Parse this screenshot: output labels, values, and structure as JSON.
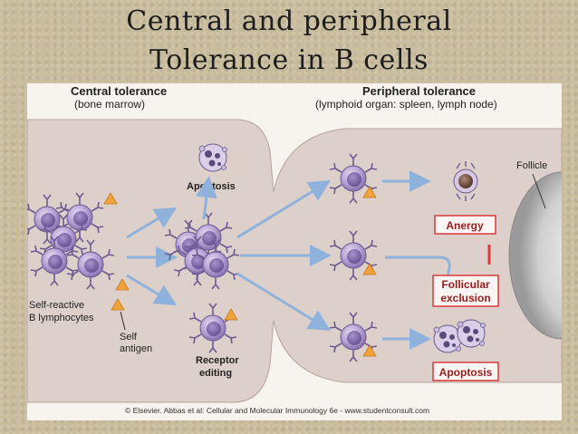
{
  "slide": {
    "title_line1": "Central and peripheral",
    "title_line2": "Tolerance in B cells"
  },
  "figure": {
    "central": {
      "heading": "Central tolerance",
      "subheading": "(bone marrow)"
    },
    "peripheral": {
      "heading": "Peripheral tolerance",
      "subheading": "(lymphoid organ: spleen, lymph node)"
    },
    "labels": {
      "apoptosis_top": "Apoptosis",
      "receptor_editing_1": "Receptor",
      "receptor_editing_2": "editing",
      "self_reactive_1": "Self-reactive",
      "self_reactive_2": "B lymphocytes",
      "self_antigen_1": "Self",
      "self_antigen_2": "antigen",
      "follicle": "Follicle",
      "anergy": "Anergy",
      "follicular_exclusion_1": "Follicular",
      "follicular_exclusion_2": "exclusion",
      "apoptosis_bottom": "Apoptosis"
    },
    "credit": "© Elsevier. Abbas et al: Cellular and Molecular Immunology 6e - www.studentconsult.com",
    "colors": {
      "cell_fill": "#b9a6d6",
      "nucleus_fill": "#7e66a8",
      "arrow": "#8fb2dd",
      "box_border": "#d93a3a",
      "box_text": "#9b1b1b",
      "antigen": "#f2a33a",
      "tissue": "#ddcfc9"
    }
  }
}
